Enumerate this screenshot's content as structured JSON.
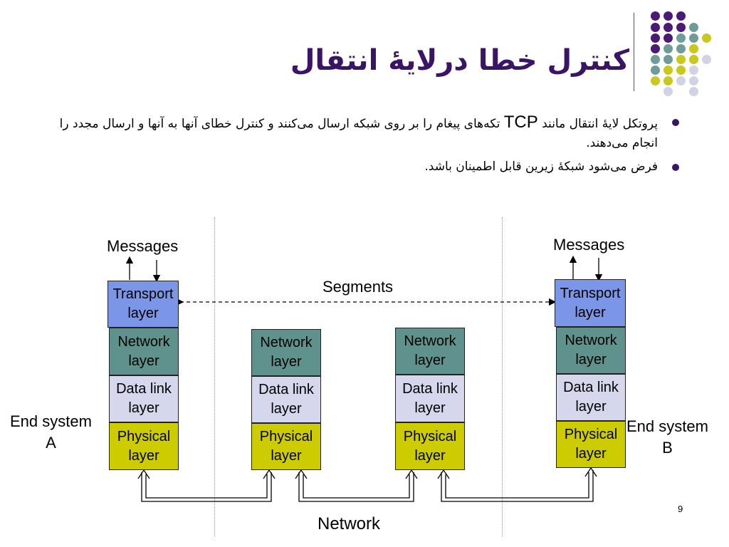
{
  "slide": {
    "title": "کنترل خطا درلایهٔ انتقال",
    "bullets": [
      {
        "before": "پروتکل لایهٔ انتقال مانند ",
        "tcp": "TCP",
        "after": " تکه‌های پیغام را بر روی شبکه ارسال می‌کنند و کنترل خطای آنها به آنها و ارسال مجدد را انجام می‌دهند."
      },
      {
        "before": "فرض می‌شود شبکهٔ زیرین قابل اطمینان باشد.",
        "tcp": "",
        "after": ""
      }
    ],
    "page_number": "9"
  },
  "diagram": {
    "messages_left": "Messages",
    "messages_right": "Messages",
    "segments": "Segments",
    "network": "Network",
    "end_system_a": [
      "End system",
      "A"
    ],
    "end_system_b": [
      "End system",
      "B"
    ],
    "stack_a": {
      "transport": [
        "Transport",
        "layer"
      ],
      "network": [
        "Network",
        "layer"
      ],
      "datalink": [
        "Data link",
        "layer"
      ],
      "physical": [
        "Physical",
        "layer"
      ]
    },
    "router_1": {
      "network": [
        "Network",
        "layer"
      ],
      "datalink": [
        "Data link",
        "layer"
      ],
      "physical": [
        "Physical",
        "layer"
      ]
    },
    "router_2": {
      "network": [
        "Network",
        "layer"
      ],
      "datalink": [
        "Data link",
        "layer"
      ],
      "physical": [
        "Physical",
        "layer"
      ]
    },
    "stack_b": {
      "transport": [
        "Transport",
        "layer"
      ],
      "network": [
        "Network",
        "layer"
      ],
      "datalink": [
        "Data link",
        "layer"
      ],
      "physical": [
        "Physical",
        "layer"
      ]
    }
  },
  "colors": {
    "title": "#3b1565",
    "transport": "#7b96e6",
    "network": "#5f928c",
    "datalink": "#d6d6ec",
    "physical": "#cccc00",
    "dot_purple": "#4a1a74",
    "dot_teal": "#6f9c98",
    "dot_yellow": "#c8c81e",
    "dot_lavender": "#d2d2e6"
  }
}
